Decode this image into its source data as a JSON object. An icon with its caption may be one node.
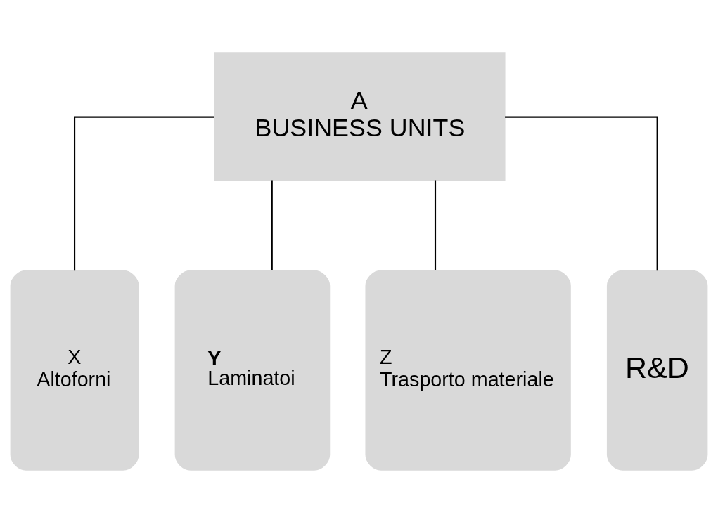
{
  "diagram": {
    "nodes": [
      {
        "text": [
          "A",
          "BUSINESS UNITS"
        ]
      },
      {
        "text": [
          "X",
          "Altoforni"
        ]
      },
      {
        "text": [
          "Y",
          "Laminatoi"
        ]
      },
      {
        "text": [
          "Z",
          "Trasporto materiale"
        ]
      },
      {
        "text": [
          "R&D"
        ]
      }
    ],
    "edges": [
      {
        "from": 0,
        "to": 1,
        "arrow": "none"
      },
      {
        "from": 0,
        "to": 2,
        "arrow": "none"
      },
      {
        "from": 0,
        "to": 3,
        "arrow": "none"
      },
      {
        "from": 0,
        "to": 4,
        "arrow": "none"
      }
    ]
  }
}
